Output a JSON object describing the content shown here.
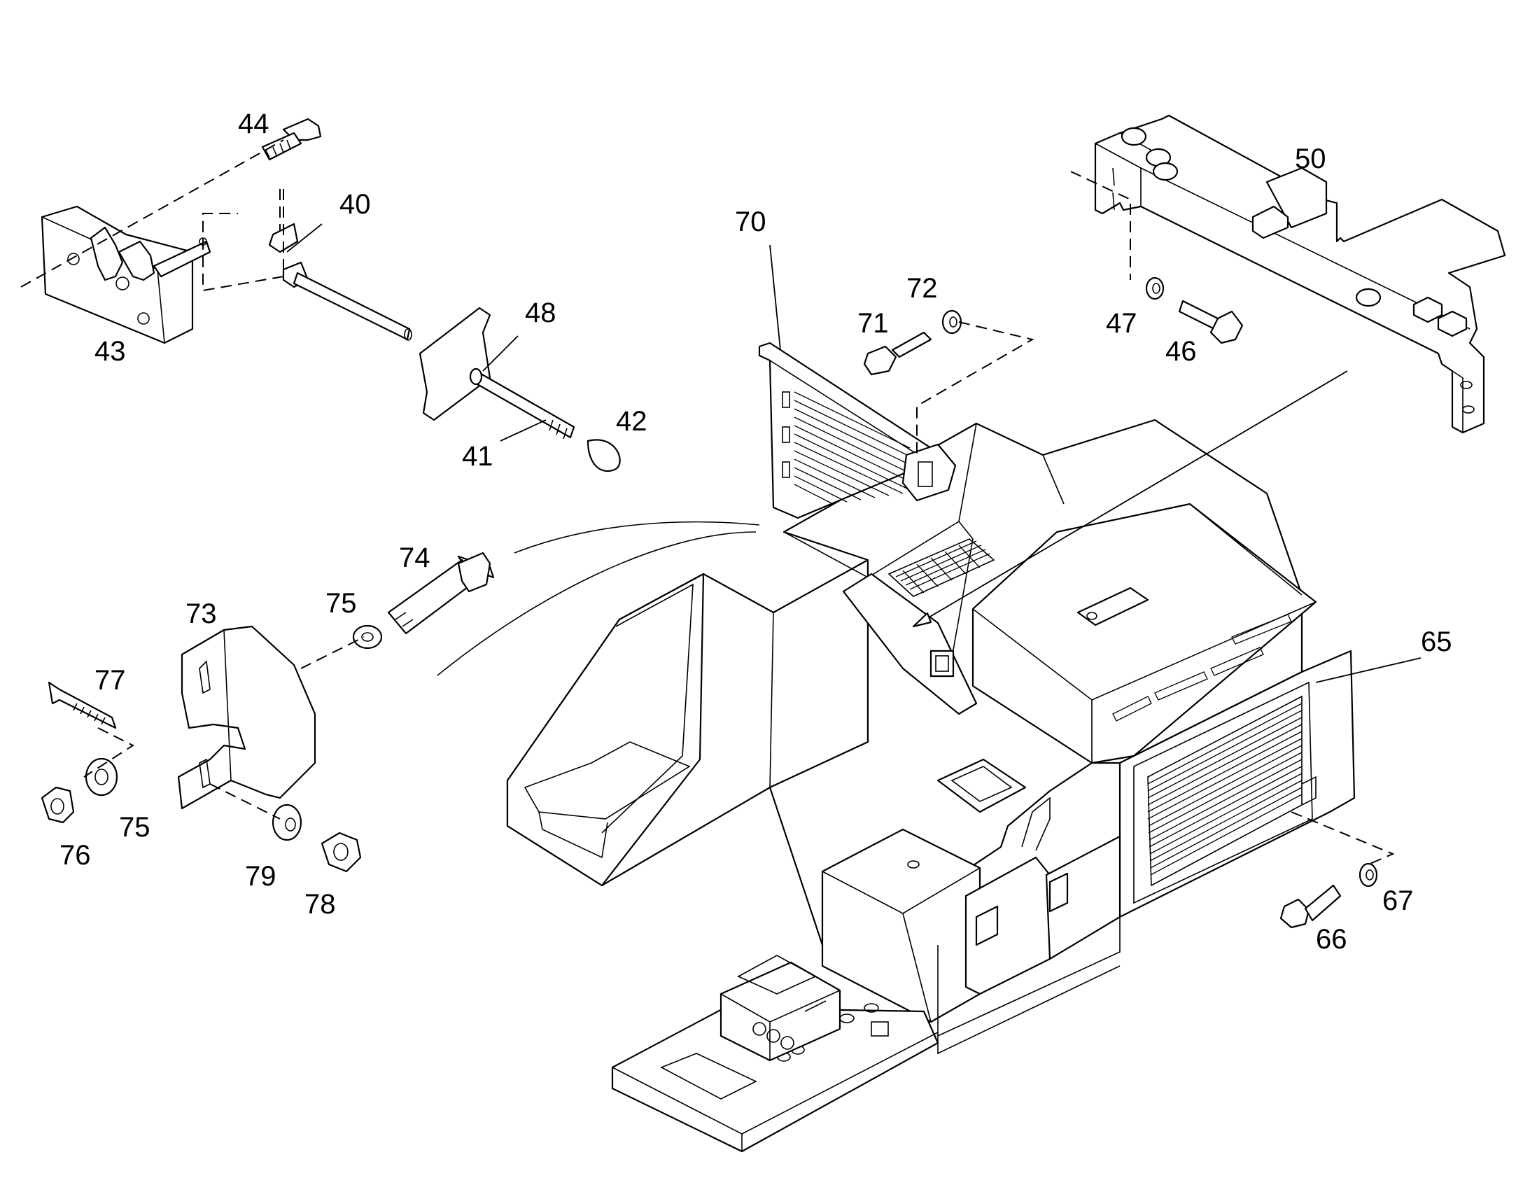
{
  "callouts": [
    {
      "id": "c44",
      "text": "44"
    },
    {
      "id": "c40",
      "text": "40"
    },
    {
      "id": "c43",
      "text": "43"
    },
    {
      "id": "c48",
      "text": "48"
    },
    {
      "id": "c42",
      "text": "42"
    },
    {
      "id": "c41",
      "text": "41"
    },
    {
      "id": "c70",
      "text": "70"
    },
    {
      "id": "c72",
      "text": "72"
    },
    {
      "id": "c71",
      "text": "71"
    },
    {
      "id": "c50",
      "text": "50"
    },
    {
      "id": "c47",
      "text": "47"
    },
    {
      "id": "c46",
      "text": "46"
    },
    {
      "id": "c74",
      "text": "74"
    },
    {
      "id": "c75a",
      "text": "75"
    },
    {
      "id": "c73",
      "text": "73"
    },
    {
      "id": "c77",
      "text": "77"
    },
    {
      "id": "c75b",
      "text": "75"
    },
    {
      "id": "c76",
      "text": "76"
    },
    {
      "id": "c79",
      "text": "79"
    },
    {
      "id": "c78",
      "text": "78"
    },
    {
      "id": "c65",
      "text": "65"
    },
    {
      "id": "c67",
      "text": "67"
    },
    {
      "id": "c66",
      "text": "66"
    }
  ]
}
